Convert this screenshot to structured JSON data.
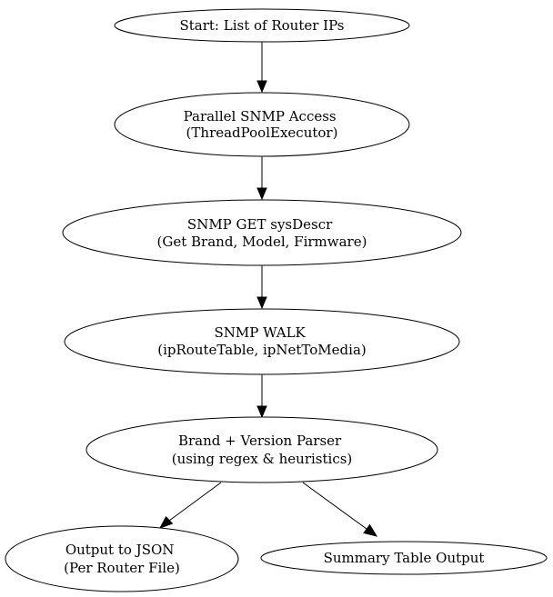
{
  "nodes": {
    "start": {
      "lines": [
        "Start: List of Router IPs"
      ]
    },
    "parallel": {
      "lines": [
        "Parallel SNMP Access",
        "(ThreadPoolExecutor)"
      ]
    },
    "get": {
      "lines": [
        "SNMP GET sysDescr",
        "(Get Brand, Model, Firmware)"
      ]
    },
    "walk": {
      "lines": [
        "SNMP WALK",
        "(ipRouteTable, ipNetToMedia)"
      ]
    },
    "parser": {
      "lines": [
        "Brand + Version Parser",
        "(using regex & heuristics)"
      ]
    },
    "json": {
      "lines": [
        "Output to JSON",
        "(Per Router File)"
      ]
    },
    "summary": {
      "lines": [
        "Summary Table Output"
      ]
    }
  },
  "edges": [
    {
      "from": "start",
      "to": "parallel"
    },
    {
      "from": "parallel",
      "to": "get"
    },
    {
      "from": "get",
      "to": "walk"
    },
    {
      "from": "walk",
      "to": "parser"
    },
    {
      "from": "parser",
      "to": "json"
    },
    {
      "from": "parser",
      "to": "summary"
    }
  ]
}
